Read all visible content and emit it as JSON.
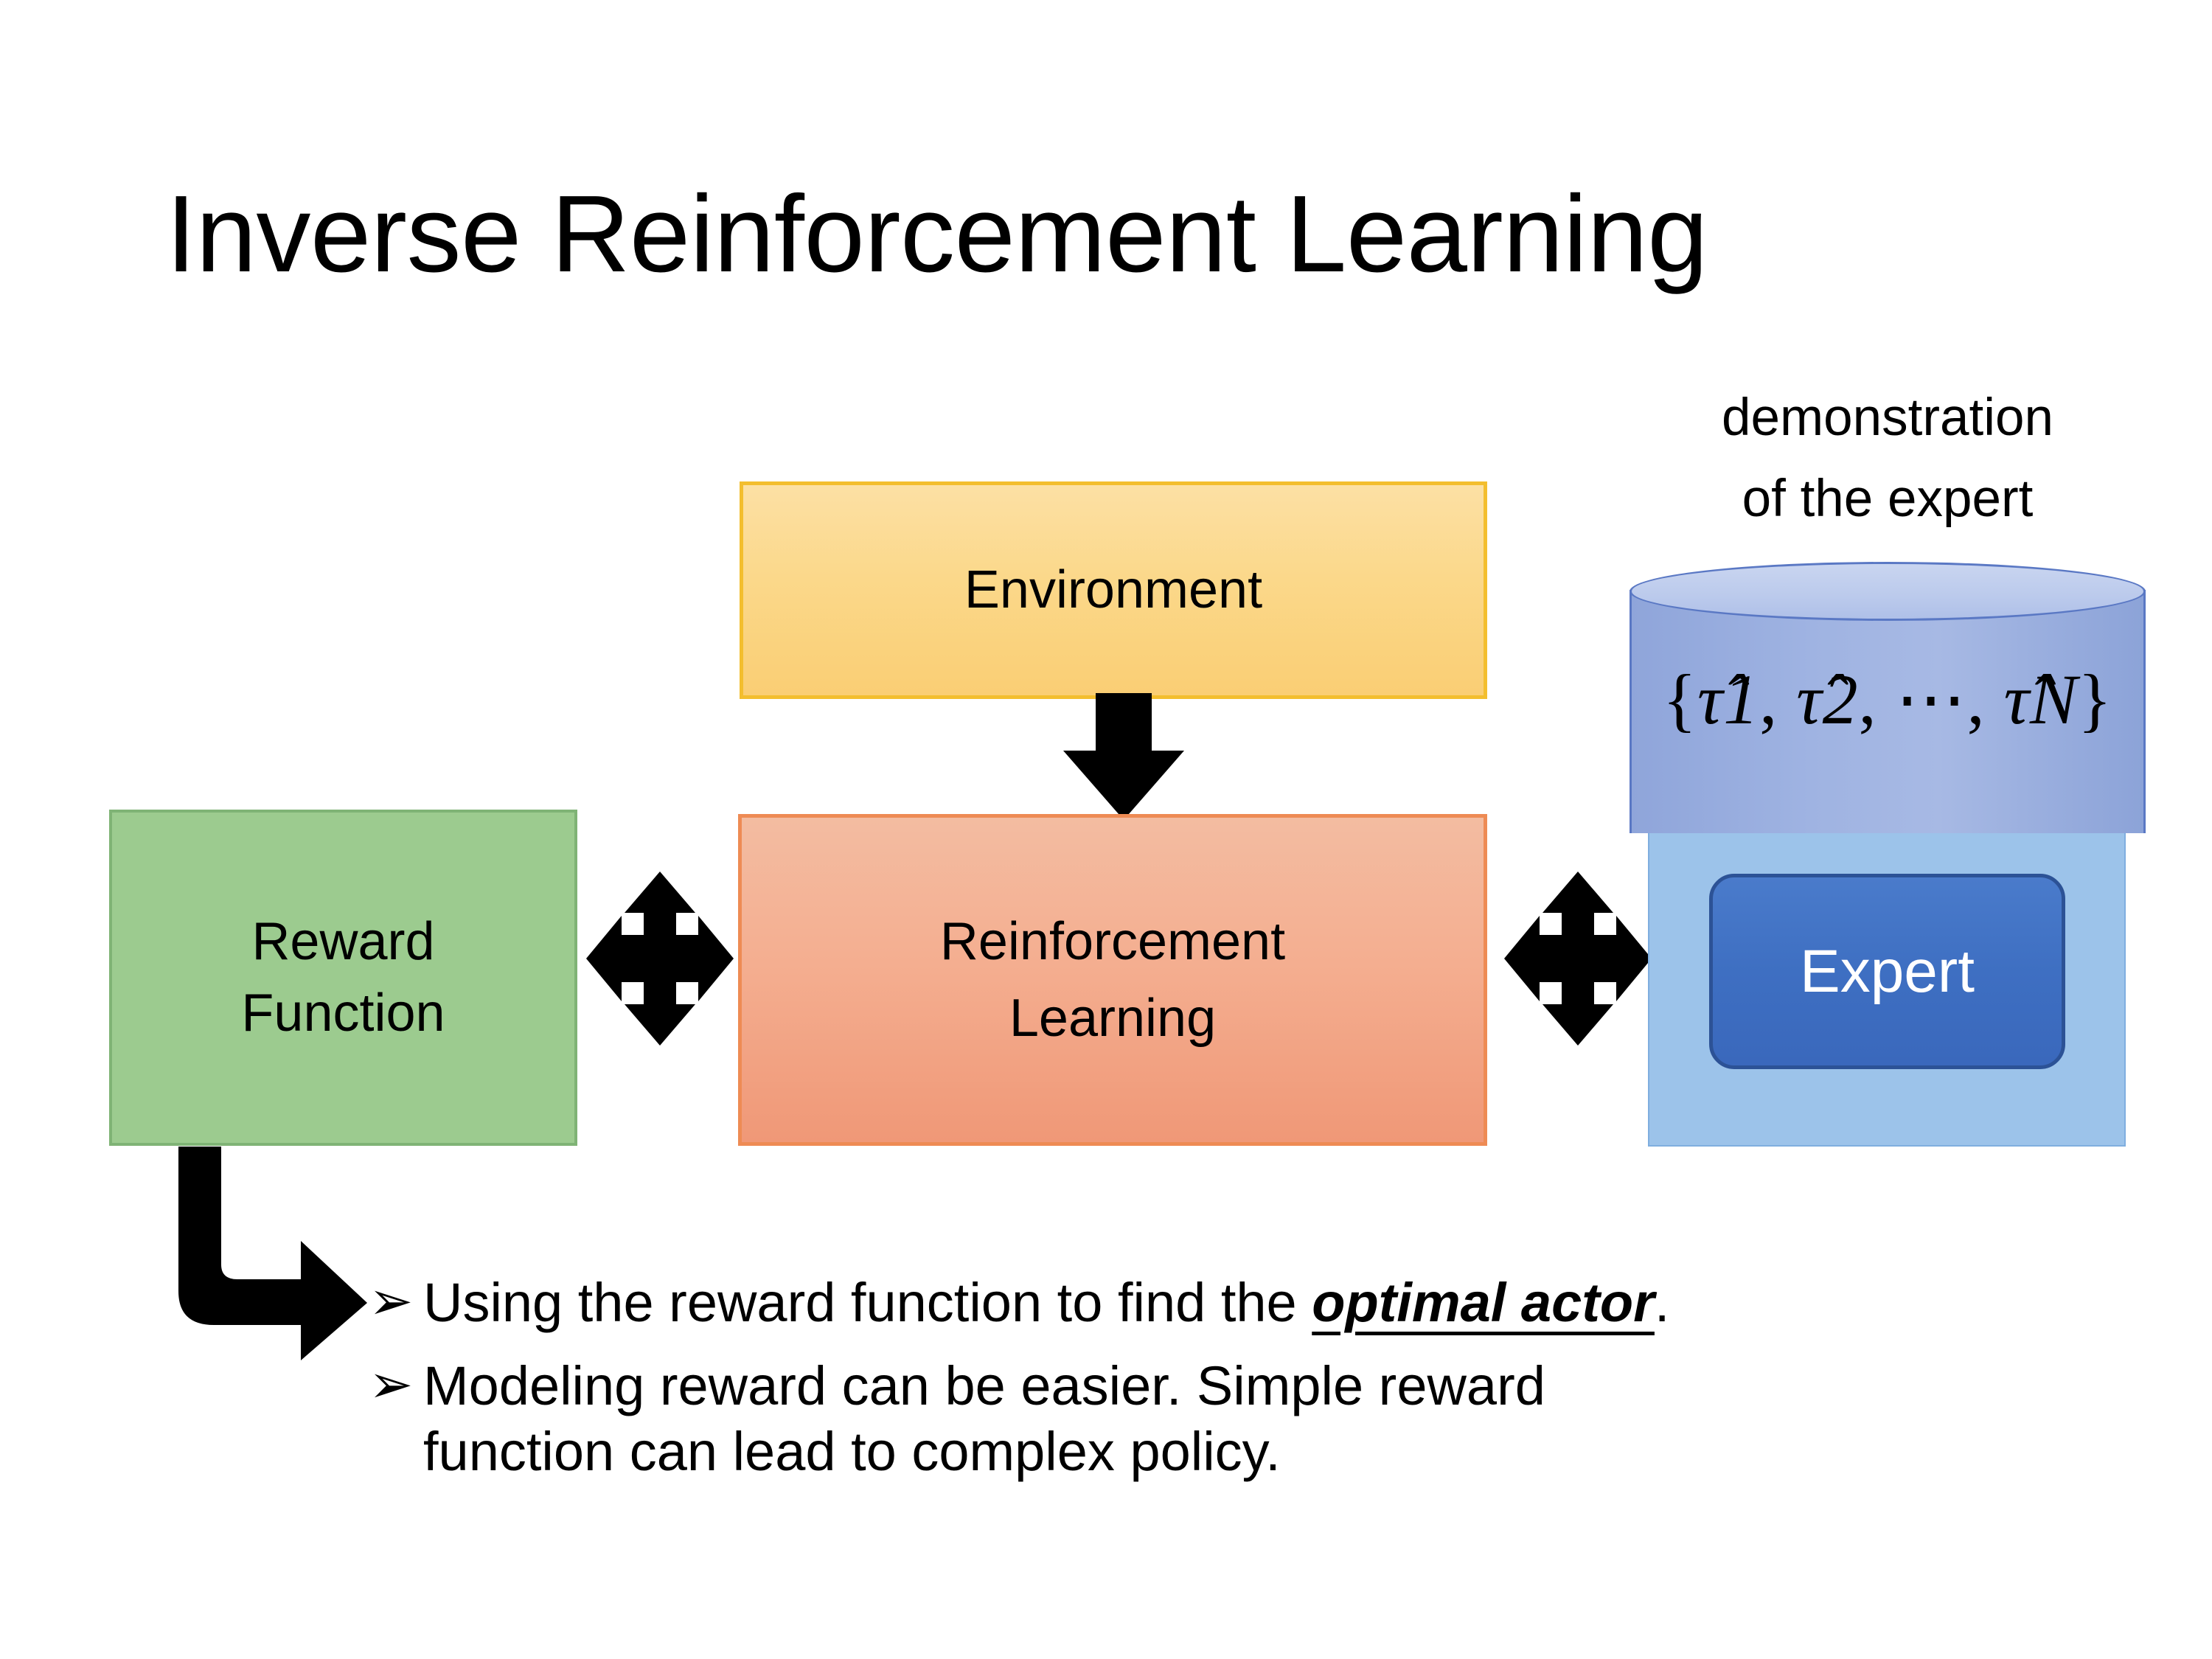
{
  "slide": {
    "title": "Inverse Reinforcement Learning",
    "background_color": "#FFFFFF"
  },
  "diagram": {
    "environment_box": {
      "label": "Environment",
      "fill_color": "#FBD88A",
      "border_color": "#F3BE2E"
    },
    "reinforcement_learning_box": {
      "label_line1": "Reinforcement",
      "label_line2": "Learning",
      "fill_color": "#F4AE90",
      "border_color": "#EE8B54"
    },
    "reward_function_box": {
      "label_line1": "Reward",
      "label_line2": "Function",
      "fill_color": "#9CCB8F",
      "border_color": "#7FB375"
    },
    "demonstration_label": {
      "line1": "demonstration",
      "line2": "of the expert"
    },
    "trajectory_cylinder": {
      "formula_open": "{",
      "formula_tau1": "τ̂1",
      "formula_sep1": ", ",
      "formula_tau2": "τ̂2",
      "formula_sep2": ", ⋯, ",
      "formula_tauN": "τ̂N",
      "formula_close": "}",
      "formula_plain": "{τ̂1, τ̂2, ⋯, τ̂N}",
      "fill_color": "#9FB3E2",
      "border_color": "#5A78C4"
    },
    "expert_panel": {
      "fill_color": "#9CC3EA",
      "border_color": "#7FAEDF"
    },
    "expert_box": {
      "label": "Expert",
      "fill_color": "#3E6FC2",
      "border_color": "#2C5296",
      "text_color": "#FFFFFF"
    },
    "arrows": {
      "environment_to_rl": "down-arrow",
      "reward_to_rl": "four-way-arrow",
      "rl_to_expert": "four-way-arrow",
      "reward_to_bullets": "bent-elbow-arrow",
      "color": "#000000"
    }
  },
  "bullets": [
    {
      "marker": "➢",
      "text_before": "Using the reward function to find the ",
      "emphasis": "optimal actor",
      "text_after": ".",
      "line2": ""
    },
    {
      "marker": "➢",
      "text_before": "Modeling reward can be easier. Simple reward",
      "emphasis": "",
      "text_after": "",
      "line2": "function can lead to complex policy."
    }
  ]
}
